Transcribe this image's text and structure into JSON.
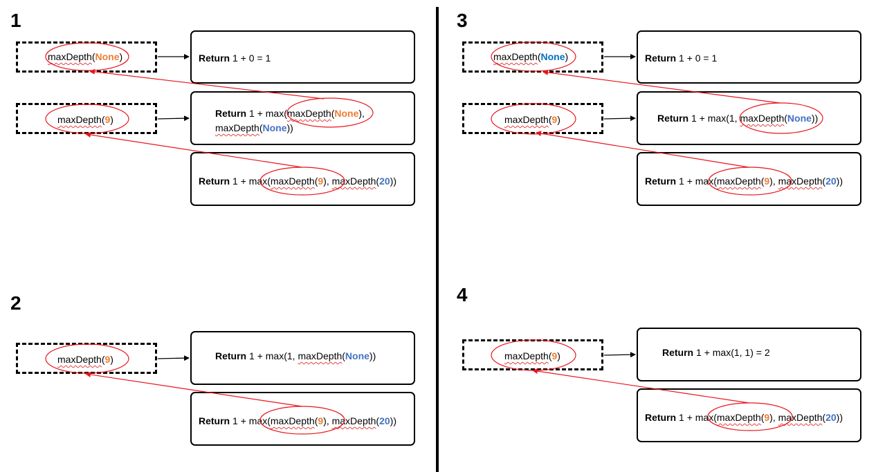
{
  "steps": [
    {
      "number": "1",
      "call_boxes": [
        {
          "fn": "maxDepth",
          "open": "(",
          "arg": "None",
          "arg_color": "orange",
          "close": ")"
        },
        {
          "fn": "maxDepth",
          "open": "(",
          "arg": "9",
          "arg_color": "orange",
          "close": ")"
        }
      ],
      "return_boxes": [
        {
          "keyword": "Return",
          "line1_rest": " 1 + 0 = 1"
        },
        {
          "keyword": "Return",
          "pre": " 1 + max(",
          "fn1": "maxDepth",
          "arg1": "None",
          "arg1_color": "orange",
          "mid": "),",
          "fn2": "maxDepth",
          "arg2": "None",
          "arg2_color": "blue",
          "post": "))"
        },
        {
          "keyword": "Return",
          "pre": " 1 + max(",
          "fn1": "maxDepth",
          "arg1": "9",
          "arg1_color": "orange",
          "mid": "), ",
          "fn2": "maxDepth",
          "arg2": "20",
          "arg2_color": "blue",
          "post": "))"
        }
      ]
    },
    {
      "number": "2",
      "call_boxes": [
        {
          "fn": "maxDepth",
          "open": "(",
          "arg": "9",
          "arg_color": "orange",
          "close": ")"
        }
      ],
      "return_boxes": [
        {
          "keyword": "Return",
          "pre": " 1 + max(1, ",
          "fn1": "maxDepth",
          "arg1": "None",
          "arg1_color": "blue",
          "post": "))"
        },
        {
          "keyword": "Return",
          "pre": " 1 + max(",
          "fn1": "maxDepth",
          "arg1": "9",
          "arg1_color": "orange",
          "mid": "), ",
          "fn2": "maxDepth",
          "arg2": "20",
          "arg2_color": "blue",
          "post": "))"
        }
      ]
    },
    {
      "number": "3",
      "call_boxes": [
        {
          "fn": "maxDepth",
          "open": "(",
          "arg": "None",
          "arg_color": "blue2",
          "close": ")"
        },
        {
          "fn": "maxDepth",
          "open": "(",
          "arg": "9",
          "arg_color": "orange",
          "close": ")"
        }
      ],
      "return_boxes": [
        {
          "keyword": "Return",
          "line1_rest": " 1 + 0 = 1"
        },
        {
          "keyword": "Return",
          "pre": " 1 + max(1, ",
          "fn1": "maxDepth",
          "arg1": "None",
          "arg1_color": "blue",
          "post": "))"
        },
        {
          "keyword": "Return",
          "pre": " 1 + max(",
          "fn1": "maxDepth",
          "arg1": "9",
          "arg1_color": "orange",
          "mid": "), ",
          "fn2": "maxDepth",
          "arg2": "20",
          "arg2_color": "blue",
          "post": "))"
        }
      ]
    },
    {
      "number": "4",
      "call_boxes": [
        {
          "fn": "maxDepth",
          "open": "(",
          "arg": "9",
          "arg_color": "orange",
          "close": ")"
        }
      ],
      "return_boxes": [
        {
          "keyword": "Return",
          "line1_rest": " 1 + max(1, 1) = 2"
        },
        {
          "keyword": "Return",
          "pre": " 1 + max(",
          "fn1": "maxDepth",
          "arg1": "9",
          "arg1_color": "orange",
          "mid": "), ",
          "fn2": "maxDepth",
          "arg2": "20",
          "arg2_color": "blue",
          "post": "))"
        }
      ]
    }
  ],
  "colors": {
    "orange": "#ed7d31",
    "blue": "#4472c4",
    "blue2": "#0070c0",
    "highlight_red": "#e8141b",
    "border": "#000000"
  }
}
